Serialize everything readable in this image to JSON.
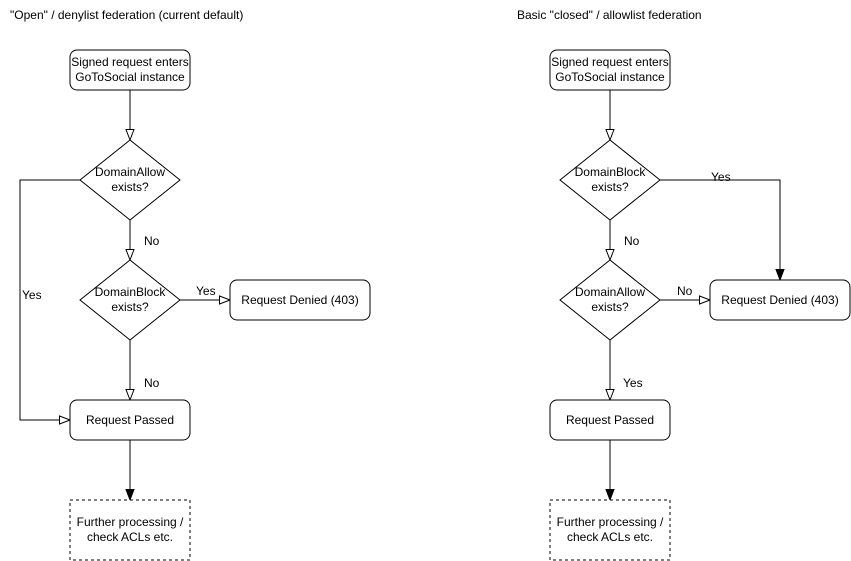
{
  "colors": {
    "background": "#ffffff",
    "shape_fill": "#ffffff",
    "stroke": "#000000",
    "text": "#000000"
  },
  "left_chart": {
    "title": "\"Open\" / denylist federation (current default)",
    "nodes": {
      "start": {
        "lines": [
          "Signed request enters",
          "GoToSocial instance"
        ]
      },
      "decision_allow": {
        "lines": [
          "DomainAllow",
          "exists?"
        ]
      },
      "decision_block": {
        "lines": [
          "DomainBlock",
          "exists?"
        ]
      },
      "denied": {
        "label": "Request Denied (403)"
      },
      "passed": {
        "label": "Request Passed"
      },
      "further": {
        "lines": [
          "Further processing /",
          "check ACLs etc."
        ]
      }
    },
    "edge_labels": {
      "allow_yes": "Yes",
      "allow_no": "No",
      "block_yes": "Yes",
      "block_no": "No"
    }
  },
  "right_chart": {
    "title": "Basic \"closed\" / allowlist federation",
    "nodes": {
      "start": {
        "lines": [
          "Signed request enters",
          "GoToSocial instance"
        ]
      },
      "decision_block": {
        "lines": [
          "DomainBlock",
          "exists?"
        ]
      },
      "decision_allow": {
        "lines": [
          "DomainAllow",
          "exists?"
        ]
      },
      "denied": {
        "label": "Request Denied (403)"
      },
      "passed": {
        "label": "Request Passed"
      },
      "further": {
        "lines": [
          "Further processing /",
          "check ACLs etc."
        ]
      }
    },
    "edge_labels": {
      "block_yes": "Yes",
      "block_no": "No",
      "allow_no": "No",
      "allow_yes": "Yes"
    }
  }
}
